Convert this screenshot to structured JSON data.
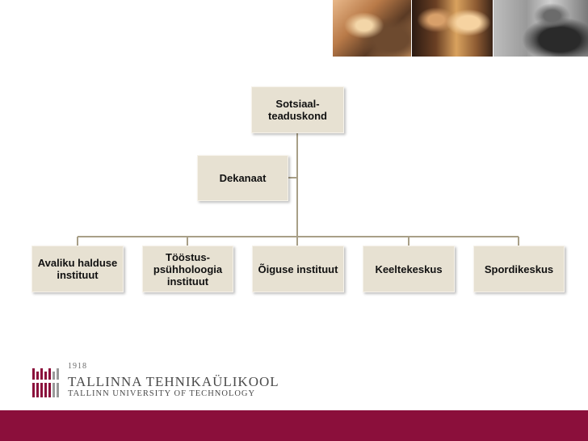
{
  "org_chart": {
    "root": [
      "Sotsiaal-",
      "teaduskond"
    ],
    "staff": "Dekanaat",
    "units": [
      [
        "Avaliku halduse",
        "instituut"
      ],
      [
        "Tööstus-",
        "psühholoogia",
        "instituut"
      ],
      [
        "Õiguse instituut"
      ],
      [
        "Keeltekeskus"
      ],
      [
        "Spordikeskus"
      ]
    ]
  },
  "logo": {
    "year": "1918",
    "name": "TALLINNA TEHNIKAÜLIKOOL",
    "name_en": "TALLINN UNIVERSITY OF TECHNOLOGY"
  },
  "colors": {
    "box_fill": "#e7e1d2",
    "connector": "#a89f87",
    "footer": "#8b0f3b"
  }
}
